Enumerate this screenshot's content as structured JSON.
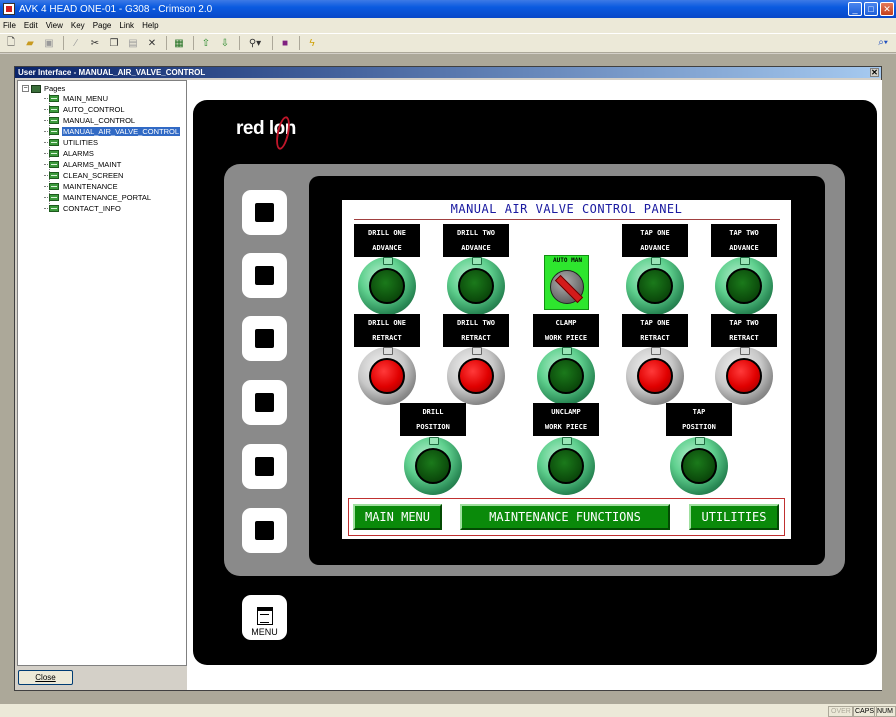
{
  "window": {
    "title": "AVK 4 HEAD ONE-01 - G308 - Crimson 2.0",
    "minimize": "_",
    "maximize": "□",
    "close": "✕"
  },
  "menu": [
    "File",
    "Edit",
    "View",
    "Key",
    "Page",
    "Link",
    "Help"
  ],
  "toolbar_icons": [
    "new-icon",
    "open-icon",
    "save-icon",
    "pen-icon",
    "cut-icon",
    "copy-icon",
    "paste-icon",
    "delete-icon",
    "view-icon",
    "arrow-up-icon",
    "arrow-down-icon",
    "zoom-icon",
    "display-icon",
    "lightning-icon",
    "help-icon"
  ],
  "ui_window": {
    "title": "User Interface - MANUAL_AIR_VALVE_CONTROL",
    "close": "✕"
  },
  "tree": {
    "root": "Pages",
    "items": [
      "MAIN_MENU",
      "AUTO_CONTROL",
      "MANUAL_CONTROL",
      "MANUAL_AIR_VALVE_CONTROL",
      "UTILITIES",
      "ALARMS",
      "ALARMS_MAINT",
      "CLEAN_SCREEN",
      "MAINTENANCE",
      "MAINTENANCE_PORTAL",
      "CONTACT_INFO"
    ],
    "selected": "MANUAL_AIR_VALVE_CONTROL"
  },
  "close_button": "Close",
  "device": {
    "logo": {
      "part1": "red l",
      "part2": "o",
      "part3": "n"
    },
    "menu_key": "MENU"
  },
  "panel": {
    "title": "MANUAL AIR VALVE CONTROL PANEL",
    "selector": {
      "label": "AUTO MAN"
    },
    "labels": [
      {
        "l1": "DRILL ONE",
        "l2": "ADVANCE"
      },
      {
        "l1": "DRILL TWO",
        "l2": "ADVANCE"
      },
      {
        "l1": "TAP ONE",
        "l2": "ADVANCE"
      },
      {
        "l1": "TAP TWO",
        "l2": "ADVANCE"
      },
      {
        "l1": "DRILL ONE",
        "l2": "RETRACT"
      },
      {
        "l1": "DRILL TWO",
        "l2": "RETRACT"
      },
      {
        "l1": "CLAMP",
        "l2": "WORK PIECE"
      },
      {
        "l1": "TAP ONE",
        "l2": "RETRACT"
      },
      {
        "l1": "TAP TWO",
        "l2": "RETRACT"
      },
      {
        "l1": "DRILL",
        "l2": "POSITION"
      },
      {
        "l1": "UNCLAMP",
        "l2": "WORK PIECE"
      },
      {
        "l1": "TAP",
        "l2": "POSITION"
      }
    ],
    "nav_buttons": [
      "MAIN MENU",
      "MAINTENANCE FUNCTIONS",
      "UTILITIES"
    ]
  },
  "status_bar": {
    "over": "OVER",
    "caps": "CAPS",
    "num": "NUM"
  }
}
